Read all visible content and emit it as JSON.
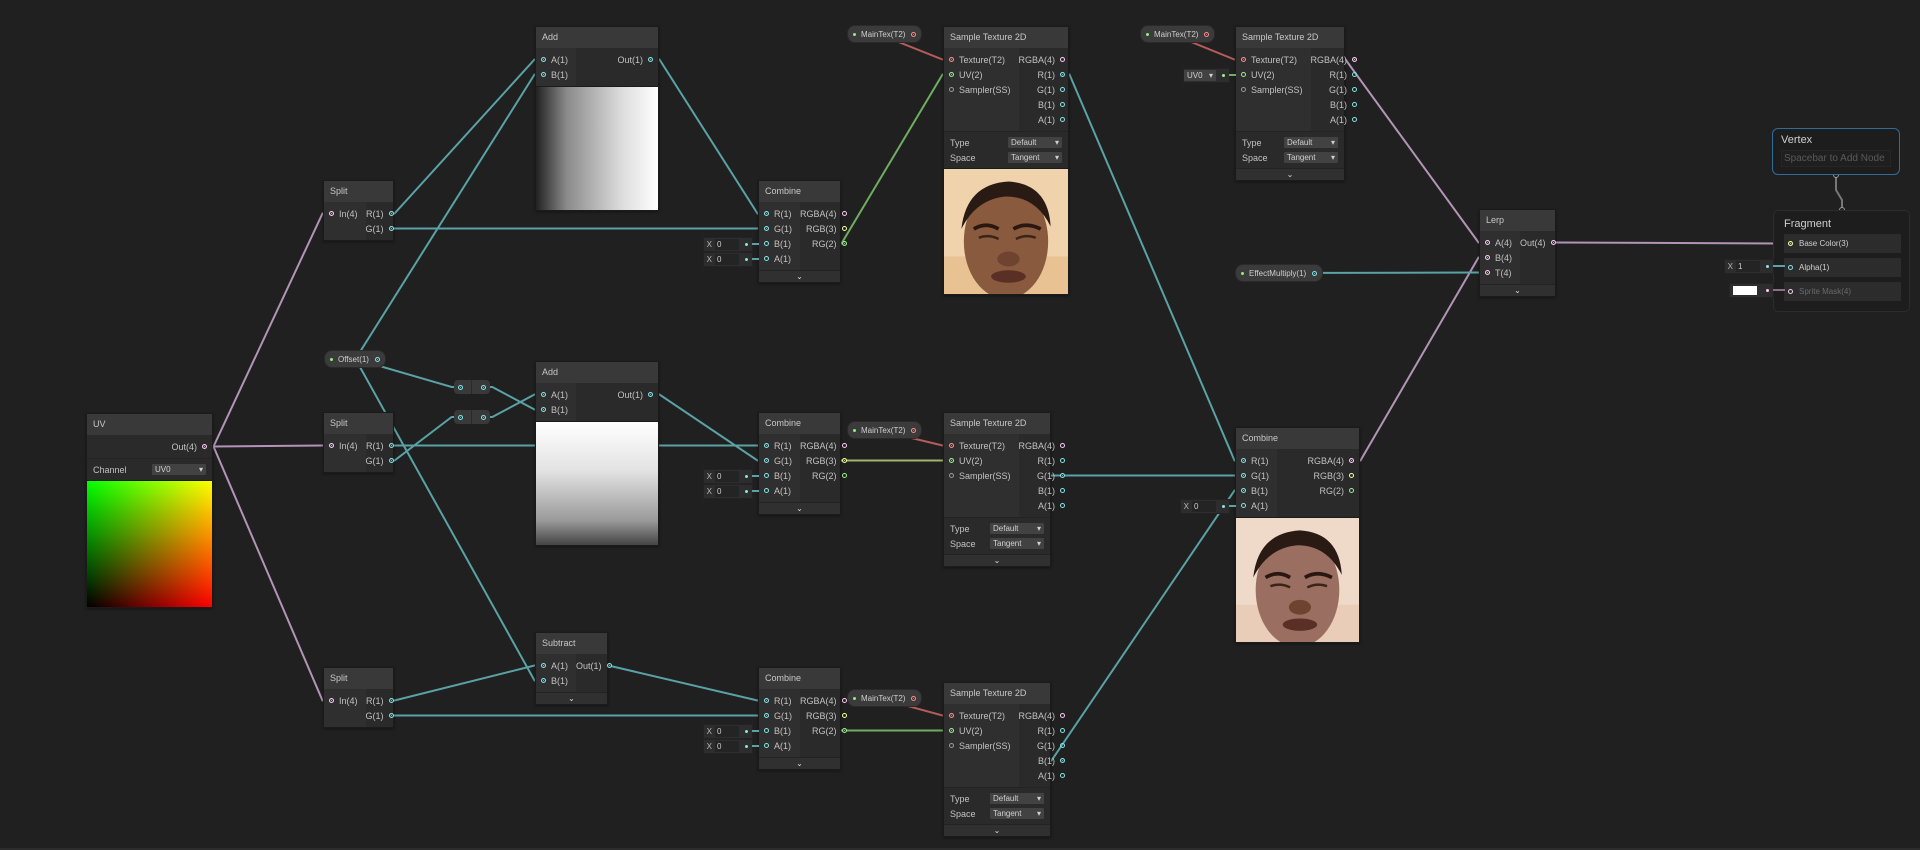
{
  "colors": {
    "float": "#84e4e7",
    "vec2": "#9aef92",
    "vec3": "#f6ff9a",
    "vec4": "#fbcbf4",
    "texture": "#ff8b8b",
    "sampler": "#9a9a9a",
    "accent": "#2f6d98"
  },
  "nodes": {
    "uv": {
      "title": "UV",
      "outputs": [
        {
          "label": "Out(4)",
          "type": "v4"
        }
      ],
      "controls": [
        {
          "label": "Channel",
          "value": "UV0"
        }
      ],
      "preview": "uv"
    },
    "split1": {
      "title": "Split",
      "inputs": [
        {
          "label": "In(4)",
          "type": "v4"
        }
      ],
      "outputs": [
        {
          "label": "R(1)",
          "type": "f"
        },
        {
          "label": "G(1)",
          "type": "f"
        }
      ]
    },
    "split2": {
      "title": "Split",
      "inputs": [
        {
          "label": "In(4)",
          "type": "v4"
        }
      ],
      "outputs": [
        {
          "label": "R(1)",
          "type": "f"
        },
        {
          "label": "G(1)",
          "type": "f"
        }
      ]
    },
    "split3": {
      "title": "Split",
      "inputs": [
        {
          "label": "In(4)",
          "type": "v4"
        }
      ],
      "outputs": [
        {
          "label": "R(1)",
          "type": "f"
        },
        {
          "label": "G(1)",
          "type": "f"
        }
      ]
    },
    "add1": {
      "title": "Add",
      "inputs": [
        {
          "label": "A(1)",
          "type": "f"
        },
        {
          "label": "B(1)",
          "type": "f"
        }
      ],
      "outputs": [
        {
          "label": "Out(1)",
          "type": "f"
        }
      ],
      "preview": "h"
    },
    "add2": {
      "title": "Add",
      "inputs": [
        {
          "label": "A(1)",
          "type": "f"
        },
        {
          "label": "B(1)",
          "type": "f"
        }
      ],
      "outputs": [
        {
          "label": "Out(1)",
          "type": "f"
        }
      ],
      "preview": "v"
    },
    "subtract": {
      "title": "Subtract",
      "inputs": [
        {
          "label": "A(1)",
          "type": "f"
        },
        {
          "label": "B(1)",
          "type": "f"
        }
      ],
      "outputs": [
        {
          "label": "Out(1)",
          "type": "f"
        }
      ],
      "collapse": true
    },
    "combine1": {
      "title": "Combine",
      "inputs": [
        {
          "label": "R(1)",
          "type": "f"
        },
        {
          "label": "G(1)",
          "type": "f"
        },
        {
          "label": "B(1)",
          "type": "f",
          "default": "0"
        },
        {
          "label": "A(1)",
          "type": "f",
          "default": "0"
        }
      ],
      "outputs": [
        {
          "label": "RGBA(4)",
          "type": "v4"
        },
        {
          "label": "RGB(3)",
          "type": "v3"
        },
        {
          "label": "RG(2)",
          "type": "v2"
        }
      ],
      "collapse": true
    },
    "combine2": {
      "title": "Combine",
      "inputs": [
        {
          "label": "R(1)",
          "type": "f"
        },
        {
          "label": "G(1)",
          "type": "f"
        },
        {
          "label": "B(1)",
          "type": "f",
          "default": "0"
        },
        {
          "label": "A(1)",
          "type": "f",
          "default": "0"
        }
      ],
      "outputs": [
        {
          "label": "RGBA(4)",
          "type": "v4"
        },
        {
          "label": "RGB(3)",
          "type": "v3"
        },
        {
          "label": "RG(2)",
          "type": "v2"
        }
      ],
      "collapse": true
    },
    "combine3": {
      "title": "Combine",
      "inputs": [
        {
          "label": "R(1)",
          "type": "f"
        },
        {
          "label": "G(1)",
          "type": "f"
        },
        {
          "label": "B(1)",
          "type": "f",
          "default": "0"
        },
        {
          "label": "A(1)",
          "type": "f",
          "default": "0"
        }
      ],
      "outputs": [
        {
          "label": "RGBA(4)",
          "type": "v4"
        },
        {
          "label": "RGB(3)",
          "type": "v3"
        },
        {
          "label": "RG(2)",
          "type": "v2"
        }
      ],
      "collapse": true
    },
    "combine4": {
      "title": "Combine",
      "inputs": [
        {
          "label": "R(1)",
          "type": "f"
        },
        {
          "label": "G(1)",
          "type": "f"
        },
        {
          "label": "B(1)",
          "type": "f"
        },
        {
          "label": "A(1)",
          "type": "f",
          "default": "0"
        }
      ],
      "outputs": [
        {
          "label": "RGBA(4)",
          "type": "v4"
        },
        {
          "label": "RGB(3)",
          "type": "v3"
        },
        {
          "label": "RG(2)",
          "type": "v2"
        }
      ],
      "preview": "face-tint"
    },
    "sample1": {
      "title": "Sample Texture 2D",
      "inputs": [
        {
          "label": "Texture(T2)",
          "type": "t2"
        },
        {
          "label": "UV(2)",
          "type": "v2"
        },
        {
          "label": "Sampler(SS)",
          "type": "ss"
        }
      ],
      "outputs": [
        {
          "label": "RGBA(4)",
          "type": "v4"
        },
        {
          "label": "R(1)",
          "type": "f"
        },
        {
          "label": "G(1)",
          "type": "f"
        },
        {
          "label": "B(1)",
          "type": "f"
        },
        {
          "label": "A(1)",
          "type": "f"
        }
      ],
      "controls": [
        {
          "label": "Type",
          "value": "Default"
        },
        {
          "label": "Space",
          "value": "Tangent"
        }
      ],
      "preview": "face"
    },
    "sample2": {
      "title": "Sample Texture 2D",
      "inputs": [
        {
          "label": "Texture(T2)",
          "type": "t2"
        },
        {
          "label": "UV(2)",
          "type": "v2",
          "dropdown": "UV0"
        },
        {
          "label": "Sampler(SS)",
          "type": "ss"
        }
      ],
      "outputs": [
        {
          "label": "RGBA(4)",
          "type": "v4"
        },
        {
          "label": "R(1)",
          "type": "f"
        },
        {
          "label": "G(1)",
          "type": "f"
        },
        {
          "label": "B(1)",
          "type": "f"
        },
        {
          "label": "A(1)",
          "type": "f"
        }
      ],
      "controls": [
        {
          "label": "Type",
          "value": "Default"
        },
        {
          "label": "Space",
          "value": "Tangent"
        }
      ],
      "collapse": true
    },
    "sample3": {
      "title": "Sample Texture 2D",
      "inputs": [
        {
          "label": "Texture(T2)",
          "type": "t2"
        },
        {
          "label": "UV(2)",
          "type": "v2"
        },
        {
          "label": "Sampler(SS)",
          "type": "ss"
        }
      ],
      "outputs": [
        {
          "label": "RGBA(4)",
          "type": "v4"
        },
        {
          "label": "R(1)",
          "type": "f"
        },
        {
          "label": "G(1)",
          "type": "f"
        },
        {
          "label": "B(1)",
          "type": "f"
        },
        {
          "label": "A(1)",
          "type": "f"
        }
      ],
      "controls": [
        {
          "label": "Type",
          "value": "Default"
        },
        {
          "label": "Space",
          "value": "Tangent"
        }
      ],
      "collapse": true
    },
    "sample4": {
      "title": "Sample Texture 2D",
      "inputs": [
        {
          "label": "Texture(T2)",
          "type": "t2"
        },
        {
          "label": "UV(2)",
          "type": "v2"
        },
        {
          "label": "Sampler(SS)",
          "type": "ss"
        }
      ],
      "outputs": [
        {
          "label": "RGBA(4)",
          "type": "v4"
        },
        {
          "label": "R(1)",
          "type": "f"
        },
        {
          "label": "G(1)",
          "type": "f"
        },
        {
          "label": "B(1)",
          "type": "f"
        },
        {
          "label": "A(1)",
          "type": "f"
        }
      ],
      "controls": [
        {
          "label": "Type",
          "value": "Default"
        },
        {
          "label": "Space",
          "value": "Tangent"
        }
      ],
      "collapse": true
    },
    "lerp": {
      "title": "Lerp",
      "inputs": [
        {
          "label": "A(4)",
          "type": "v4"
        },
        {
          "label": "B(4)",
          "type": "v4"
        },
        {
          "label": "T(4)",
          "type": "v4"
        }
      ],
      "outputs": [
        {
          "label": "Out(4)",
          "type": "v4"
        }
      ],
      "collapse": true
    }
  },
  "properties": {
    "maintex1": {
      "label": "MainTex(T2)",
      "type": "t2"
    },
    "maintex2": {
      "label": "MainTex(T2)",
      "type": "t2"
    },
    "maintex3": {
      "label": "MainTex(T2)",
      "type": "t2"
    },
    "maintex4": {
      "label": "MainTex(T2)",
      "type": "t2"
    },
    "offset": {
      "label": "Offset(1)",
      "type": "f"
    },
    "effect": {
      "label": "EffectMultiply(1)",
      "type": "f"
    }
  },
  "mini": {
    "mult1": {},
    "mult2": {}
  },
  "vertex": {
    "title": "Vertex",
    "placeholder": "Spacebar to Add Node"
  },
  "fragment": {
    "title": "Fragment",
    "blocks": [
      {
        "label": "Base Color(3)",
        "type": "v3"
      },
      {
        "label": "Alpha(1)",
        "type": "f",
        "default": "1"
      },
      {
        "label": "Sprite Mask(4)",
        "type": "v4",
        "swatch": "#ffffff"
      }
    ]
  }
}
